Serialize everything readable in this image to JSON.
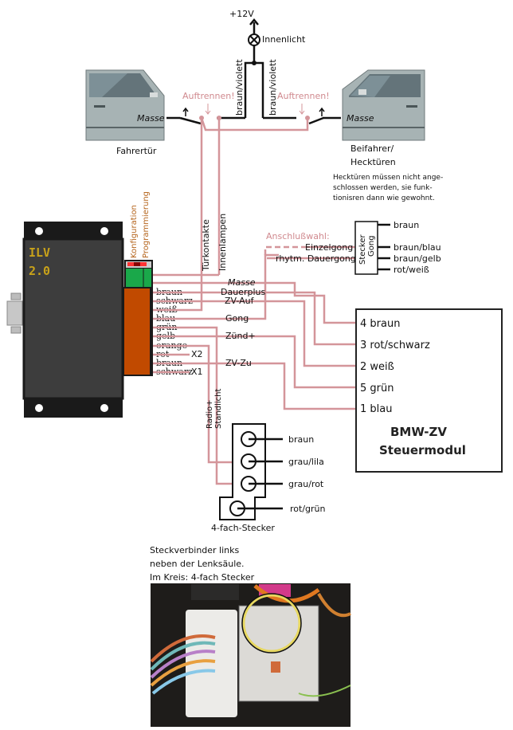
{
  "power": {
    "supply_label": "+12V",
    "lamp_label": "Innenlicht",
    "wire_left_label": "braun/violett",
    "wire_right_label": "braun/violett"
  },
  "doors": {
    "driver": {
      "label": "Fahrertür",
      "ground_label": "Masse",
      "cut_label": "Auftrennen!"
    },
    "passenger": {
      "label_line1": "Beifahrer/",
      "label_line2": "Hecktüren",
      "ground_label": "Masse",
      "cut_label": "Auftrennen!"
    },
    "note": [
      "Hecktüren müssen nicht ange-",
      "schlossen werden, sie funk-",
      "tionisren dann wie gewohnt."
    ]
  },
  "ilv_module": {
    "name_line1": "ILV",
    "name_line2": "2.0",
    "config_label": "Konfiguration",
    "prog_label": "Programmierung",
    "vertical_wire_labels": [
      "Türkontakte",
      "Innenlampen"
    ],
    "pins": [
      "braun",
      "schwarz",
      "weiß",
      "blau",
      "grün",
      "gelb",
      "orange",
      "rot",
      "braun",
      "schwarz"
    ],
    "x2_label": "X2",
    "x1_label": "X1"
  },
  "signals": [
    "Masse",
    "Dauerplus",
    "ZV-Auf",
    "Gong",
    "Zünd+",
    "ZV-Zu"
  ],
  "gong": {
    "selection_label": "Anschlußwahl:",
    "option_single": "Einzelgong",
    "option_rhythm": "rhytm. Dauergong",
    "connector_line1": "Stecker",
    "connector_line2": "Gong",
    "wires": [
      "braun",
      "braun/blau",
      "braun/gelb",
      "rot/weiß"
    ]
  },
  "bmw_module": {
    "pins": [
      "4 braun",
      "3 rot/schwarz",
      "2 weiß",
      "5 grün",
      "1 blau"
    ],
    "title_line1": "BMW-ZV",
    "title_line2": "Steuermodul"
  },
  "four_pin": {
    "vertical_label_line1": "Radio+",
    "vertical_label_line2": "Standlicht",
    "wires": [
      "braun",
      "grau/lila",
      "grau/rot",
      "rot/grün"
    ],
    "label": "4-fach-Stecker"
  },
  "photo": {
    "caption": [
      "Steckverbinder links",
      "neben der Lenksäule.",
      "Im Kreis: 4-fach Stecker"
    ]
  },
  "colors": {
    "wire": "#d4959a",
    "module_body": "#3d3d3d",
    "connector_orange": "#c14a00",
    "connector_green": "#1aa84a",
    "label_gold": "#c8a21a"
  }
}
